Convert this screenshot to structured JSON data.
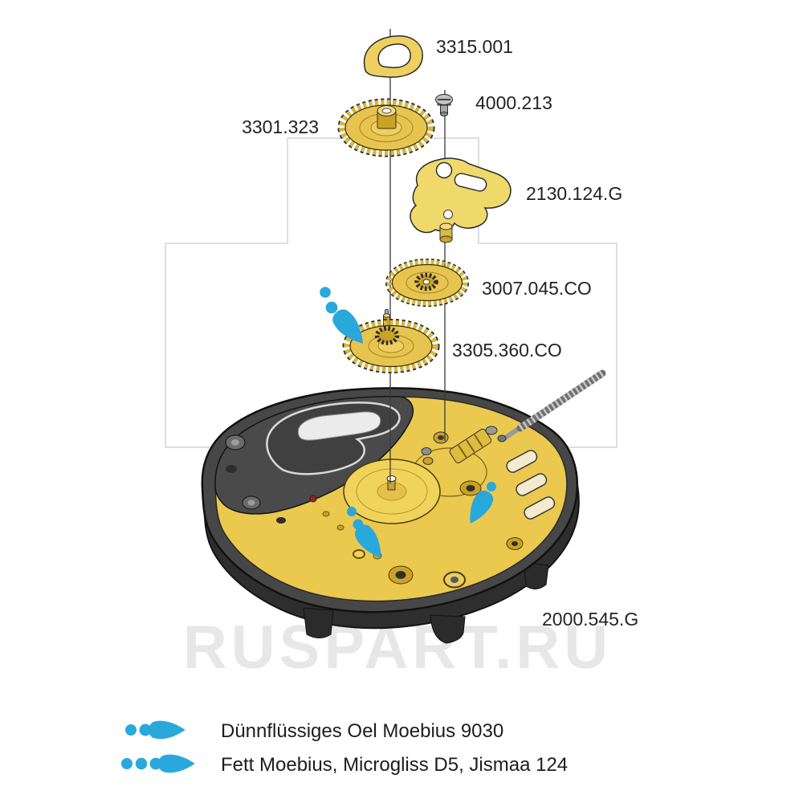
{
  "watermark": "RUSPART.RU",
  "parts": [
    {
      "label": "3315.001",
      "name": "date-jumper-cover"
    },
    {
      "label": "4000.213",
      "name": "screw"
    },
    {
      "label": "3301.323",
      "name": "wheel-upper"
    },
    {
      "label": "2130.124.G",
      "name": "bridge-plate"
    },
    {
      "label": "3007.045.CO",
      "name": "intermediate-wheel"
    },
    {
      "label": "3305.360.CO",
      "name": "pinion-wheel"
    },
    {
      "label": "2000.545.G",
      "name": "main-plate"
    }
  ],
  "legend": {
    "rows": [
      {
        "dots": 2,
        "icon": "oil-drop-icon",
        "text": "Dünnflüssiges Oel Moebius 9030"
      },
      {
        "dots": 3,
        "icon": "grease-drop-icon",
        "text": "Fett Moebius, Microgliss D5, Jismaa 124"
      }
    ]
  },
  "colors": {
    "brass": "#E6C44F",
    "brass_dark": "#C9A227",
    "brass_light": "#F0DC82",
    "steel_dark": "#454545",
    "oil_blue": "#29A8DC",
    "watermark_gray": "#E7E7E7"
  }
}
